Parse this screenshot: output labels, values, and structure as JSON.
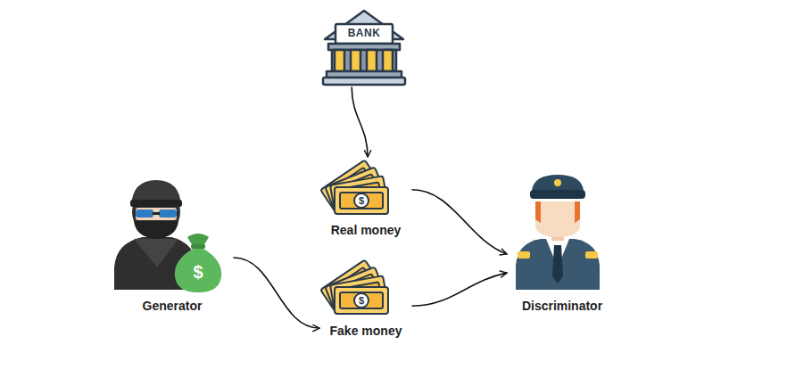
{
  "diagram": {
    "nodes": [
      {
        "text": [
          "BANK"
        ]
      },
      {
        "text": [
          "Real money"
        ]
      },
      {
        "text": [
          "Generator"
        ]
      },
      {
        "text": [
          "Fake money"
        ]
      },
      {
        "text": [
          "Discriminator"
        ]
      }
    ],
    "edges": [
      {
        "from": 0,
        "to": 1,
        "arrow": "to"
      },
      {
        "from": 1,
        "to": 4,
        "arrow": "to"
      },
      {
        "from": 2,
        "to": 3,
        "arrow": "to"
      },
      {
        "from": 3,
        "to": 4,
        "arrow": "to"
      }
    ],
    "labels": [
      "$",
      "$",
      "$"
    ]
  }
}
